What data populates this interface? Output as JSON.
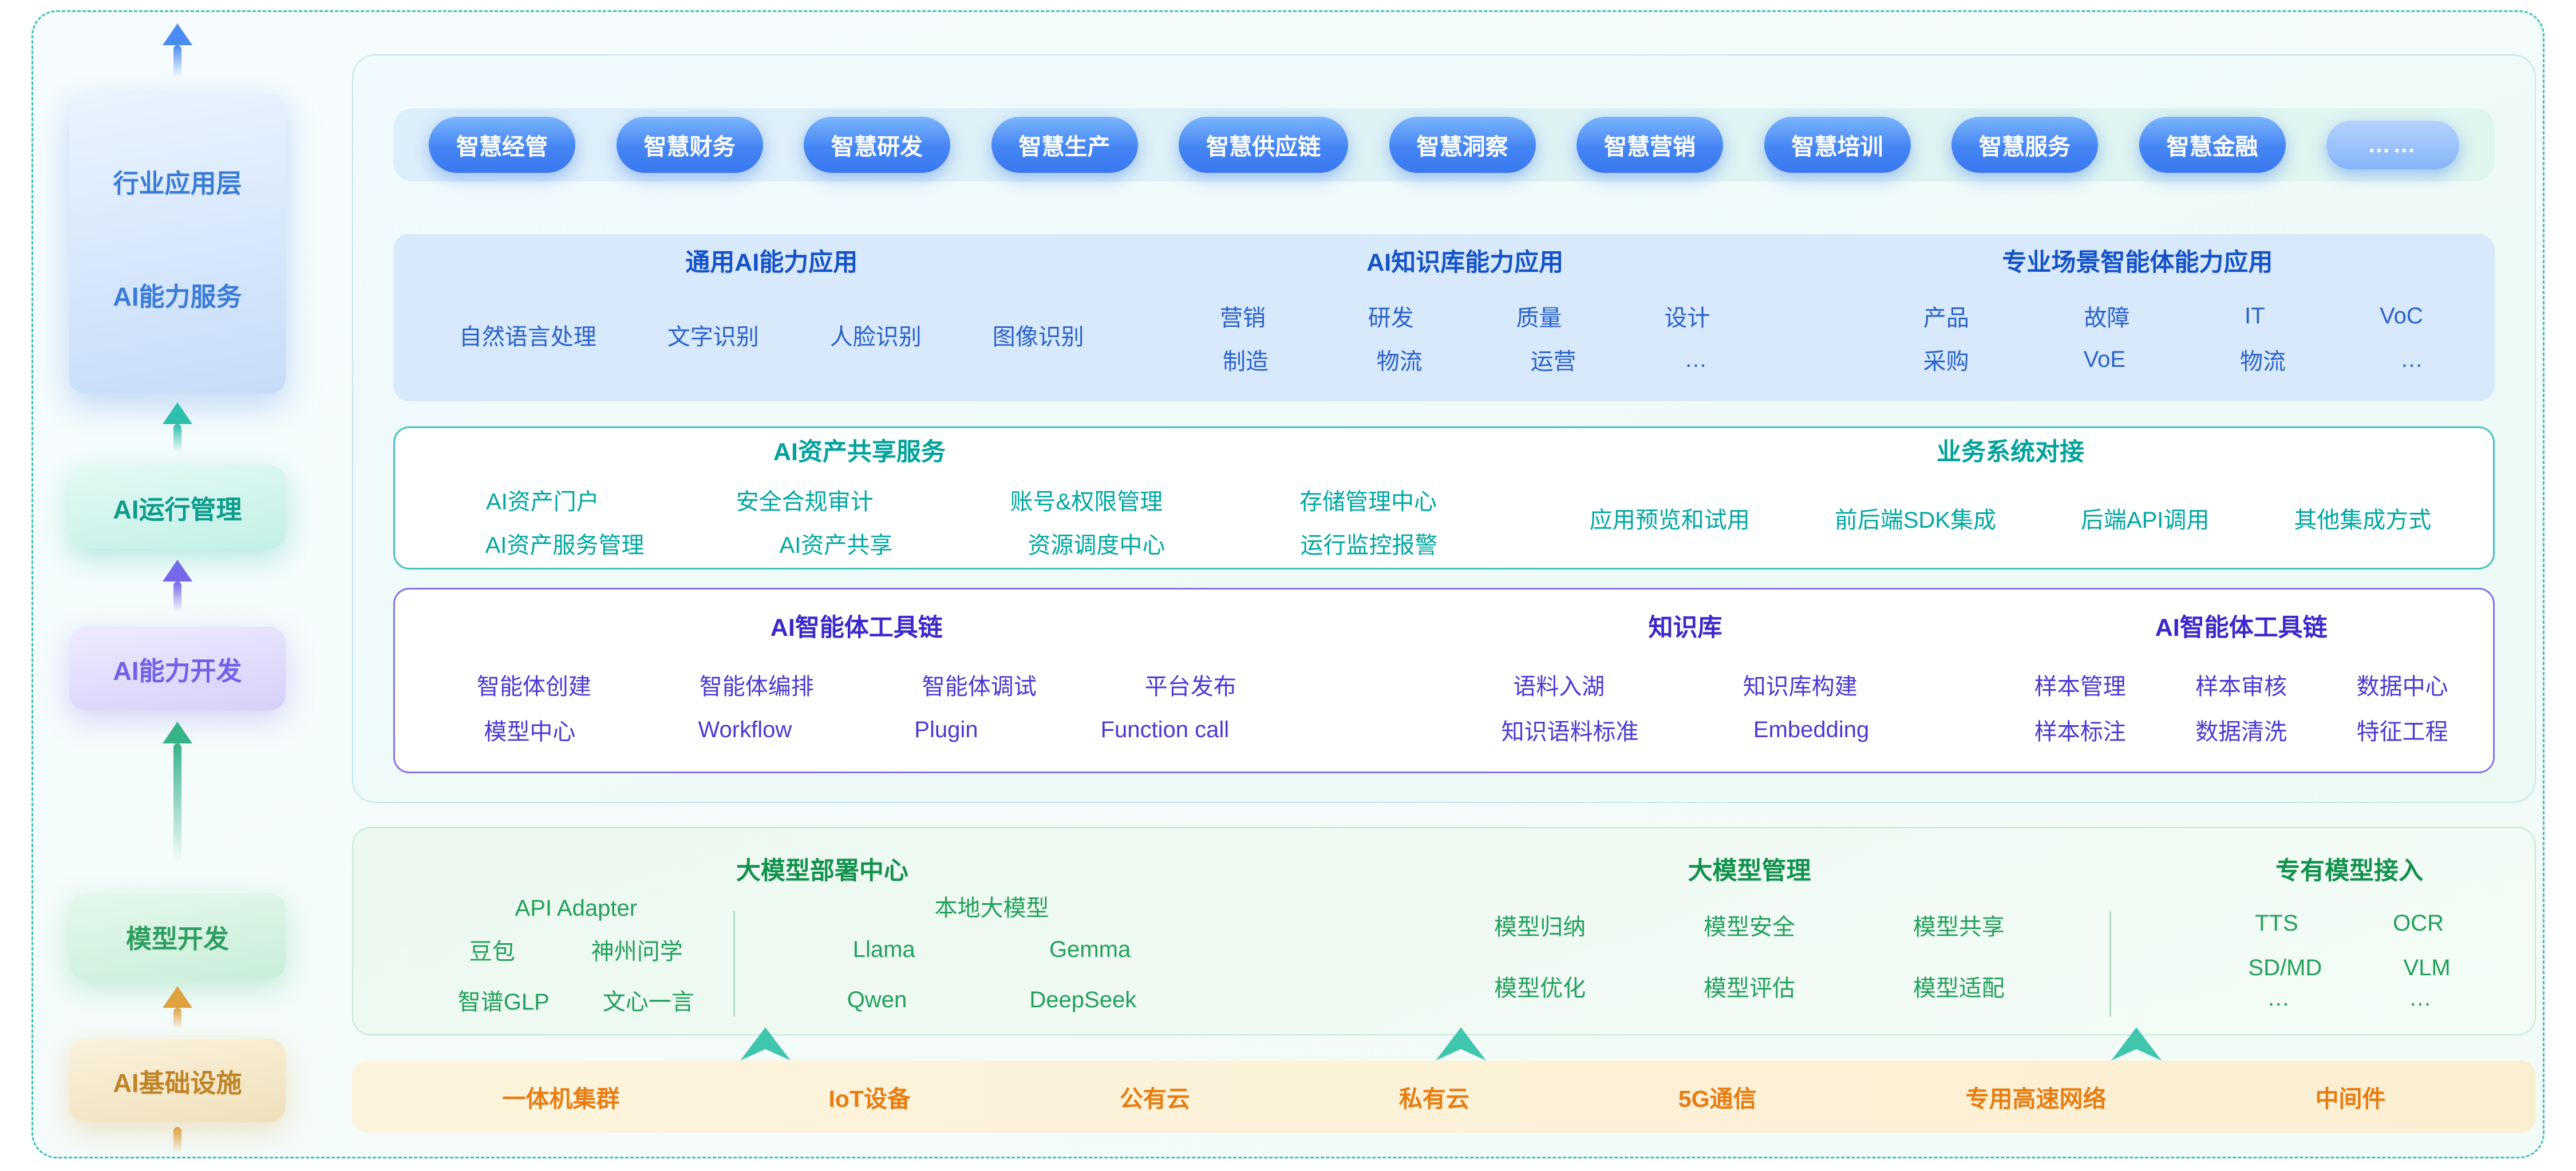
{
  "sidebar": {
    "top_box": {
      "line1": "行业应用层",
      "line2": "AI能力服务"
    },
    "boxes": [
      "AI运行管理",
      "AI能力开发",
      "模型开发",
      "AI基础设施"
    ]
  },
  "pills": [
    "智慧经管",
    "智慧财务",
    "智慧研发",
    "智慧生产",
    "智慧供应链",
    "智慧洞察",
    "智慧营销",
    "智慧培训",
    "智慧服务",
    "智慧金融",
    "……"
  ],
  "apps": {
    "general": {
      "title": "通用AI能力应用",
      "items": [
        "自然语言处理",
        "文字识别",
        "人脸识别",
        "图像识别"
      ]
    },
    "knowledge": {
      "title": "AI知识库能力应用",
      "rows": [
        [
          "营销",
          "研发",
          "质量",
          "设计"
        ],
        [
          "制造",
          "物流",
          "运营",
          "…"
        ]
      ]
    },
    "scenario": {
      "title": "专业场景智能体能力应用",
      "rows": [
        [
          "产品",
          "故障",
          "IT",
          "VoC"
        ],
        [
          "采购",
          "VoE",
          "物流",
          "…"
        ]
      ]
    }
  },
  "assets": {
    "share": {
      "title": "AI资产共享服务",
      "rows": [
        [
          "AI资产门户",
          "安全合规审计",
          "账号&权限管理",
          "存储管理中心"
        ],
        [
          "AI资产服务管理",
          "AI资产共享",
          "资源调度中心",
          "运行监控报警"
        ]
      ]
    },
    "integration": {
      "title": "业务系统对接",
      "items": [
        "应用预览和试用",
        "前后端SDK集成",
        "后端API调用",
        "其他集成方式"
      ]
    }
  },
  "agent": {
    "toolchain": {
      "title": "AI智能体工具链",
      "rows": [
        [
          "智能体创建",
          "智能体编排",
          "智能体调试",
          "平台发布"
        ],
        [
          "模型中心",
          "Workflow",
          "Plugin",
          "Function call"
        ]
      ]
    },
    "knowledge_base": {
      "title": "知识库",
      "rows": [
        [
          "语料入湖",
          "知识库构建"
        ],
        [
          "知识语料标准",
          "Embedding"
        ]
      ]
    },
    "data_toolchain": {
      "title": "AI智能体工具链",
      "rows": [
        [
          "样本管理",
          "样本审核",
          "数据中心"
        ],
        [
          "样本标注",
          "数据清洗",
          "特征工程"
        ]
      ]
    }
  },
  "model": {
    "deploy": {
      "title": "大模型部署中心",
      "api_adapter": {
        "title": "API Adapter",
        "rows": [
          [
            "豆包",
            "神州问学"
          ],
          [
            "智谱GLP",
            "文心一言"
          ]
        ]
      },
      "local": {
        "title": "本地大模型",
        "rows": [
          [
            "Llama",
            "Gemma"
          ],
          [
            "Qwen",
            "DeepSeek"
          ]
        ]
      }
    },
    "manage": {
      "title": "大模型管理",
      "rows": [
        [
          "模型归纳",
          "模型安全",
          "模型共享"
        ],
        [
          "模型优化",
          "模型评估",
          "模型适配"
        ]
      ]
    },
    "dedicated": {
      "title": "专有模型接入",
      "rows": [
        [
          "TTS",
          "OCR"
        ],
        [
          "SD/MD",
          "VLM"
        ],
        [
          "…",
          "…"
        ]
      ]
    }
  },
  "infra": {
    "items": [
      "一体机集群",
      "IoT设备",
      "公有云",
      "私有云",
      "5G通信",
      "专用高速网络",
      "中间件"
    ]
  },
  "colors": {
    "border_dashed": "#3cc2b5",
    "pill_blue": "#3f7df2",
    "apps_blue": "#1552c8",
    "assets_teal": "#00a29b",
    "agent_purple": "#4a3ad4",
    "model_green": "#11914d",
    "infra_orange": "#e87c10",
    "arrow_teal": "#40c6ac"
  }
}
